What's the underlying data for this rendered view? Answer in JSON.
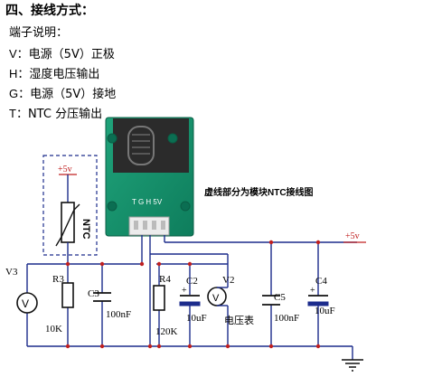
{
  "doc": {
    "section_title": "四、接线方式：",
    "pins_title": "端子说明：",
    "pins": [
      {
        "key": "V：",
        "desc": "电源（5V）正极"
      },
      {
        "key": "H：",
        "desc": "湿度电压输出"
      },
      {
        "key": "G：",
        "desc": "电源（5V）接地"
      },
      {
        "key": "T：",
        "desc": "NTC 分压输出"
      }
    ]
  },
  "schematic": {
    "ntc_supply": "+5v",
    "ntc_label": "NTC",
    "board_marking": "T G H 5V",
    "board_caption": "虚线部分为模块NTC接线图",
    "rail_supply": "+5v",
    "v3_label": "V3",
    "r3_label": "R3",
    "r3_value": "10K",
    "c3_label": "C3",
    "c3_value": "100nF",
    "r4_label": "R4",
    "r4_value": "120K",
    "c2_label": "C2",
    "c2_value": "10uF",
    "v2_label": "V2",
    "meter_label": "电压表",
    "c5_label": "C5",
    "c5_value": "100nF",
    "c4_label": "C4",
    "c4_value": "10uF"
  }
}
